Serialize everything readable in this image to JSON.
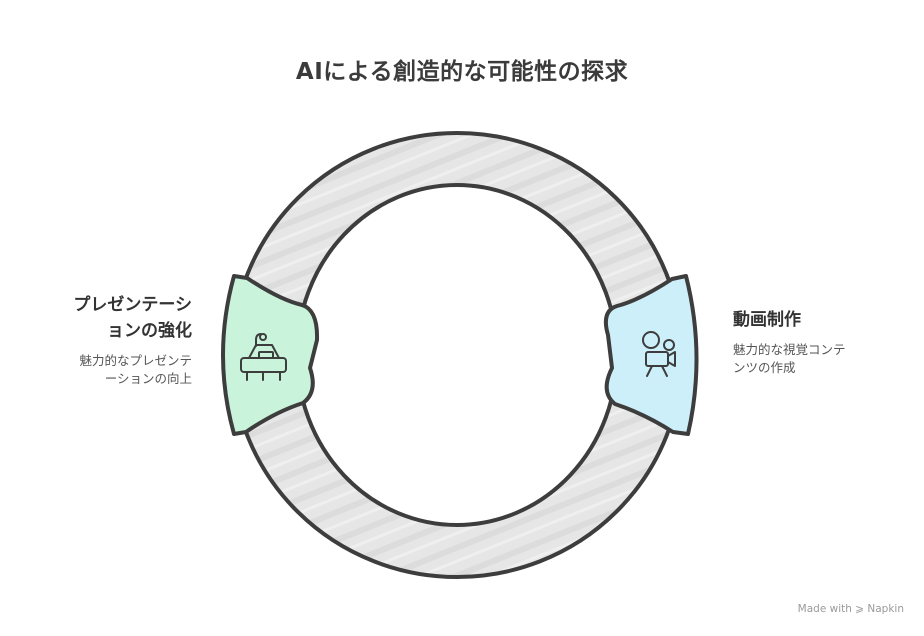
{
  "title": "AIによる創造的な可能性の探求",
  "items": [
    {
      "title_lines": [
        "プレゼンテーシ",
        "ョンの強化"
      ],
      "desc_lines": [
        "魅力的なプレゼンテ",
        "ーションの向上"
      ],
      "icon": "presentation-podium-icon",
      "color": "#c9f3da"
    },
    {
      "title_lines": [
        "動画制作"
      ],
      "desc_lines": [
        "魅力的な視覚コンテ",
        "ンツの作成"
      ],
      "icon": "video-camera-icon",
      "color": "#cdeffa"
    }
  ],
  "ring_color": "#e3e3e3",
  "stroke_color": "#3d3d3d",
  "footer": {
    "prefix": "Made with",
    "brand": "Napkin"
  }
}
